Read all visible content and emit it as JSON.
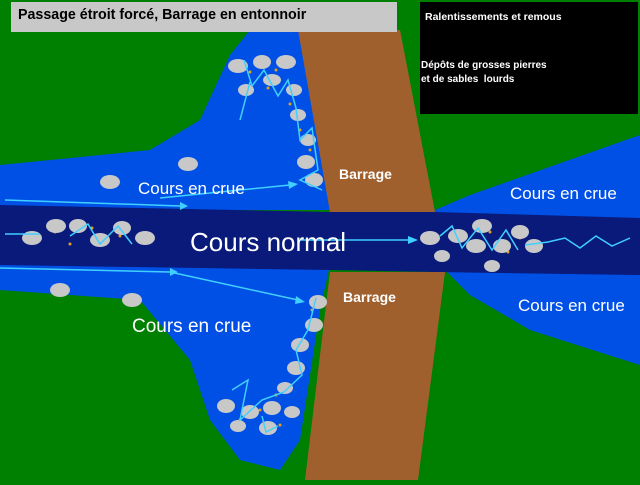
{
  "title": "Passage étroit forcé, Barrage en entonnoir",
  "legend": {
    "eddies_label": "Ralentissements et remous",
    "deposits_label": "Dépôts de grosses pierres\net de sables  lourds"
  },
  "labels": {
    "normal_flow": "Cours normal",
    "flood_upper_left": "Cours en crue",
    "flood_lower_left": "Cours en crue",
    "flood_upper_right": "Cours en crue",
    "flood_lower_right": "Cours en crue",
    "dam_upper": "Barrage",
    "dam_lower": "Barrage"
  },
  "colors": {
    "land": "#008000",
    "flood_water": "#0050e6",
    "normal_channel": "#0a1a7a",
    "dam": "#a0602e",
    "arrow": "#40d0ff",
    "stone": "#c8c8c8",
    "sand": "#e0a020",
    "title_bg": "#c8c8c8",
    "legend_bg": "#000000"
  }
}
